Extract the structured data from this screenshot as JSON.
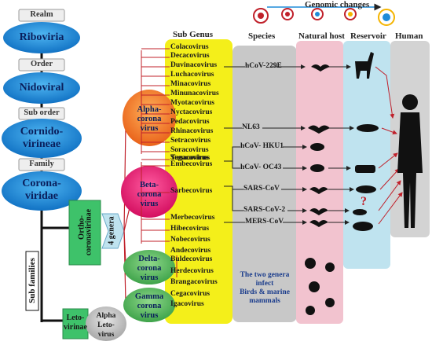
{
  "header": {
    "genomic_changes": "Genomic changes",
    "sub_genus": "Sub Genus",
    "species": "Species",
    "natural_host": "Natural host",
    "reservoir": "Reservoir",
    "human": "Human"
  },
  "taxonomy": {
    "realm_rank": "Realm",
    "realm": "Riboviria",
    "order_rank": "Order",
    "order": "Nidoviral",
    "suborder_rank": "Sub order",
    "suborder_line1": "Cornido-",
    "suborder_line2": "virineae",
    "family_rank": "Family",
    "family_line1": "Corona-",
    "family_line2": "viridae",
    "subfamilies_label": "Sub families",
    "ortho_line1": "Ortho-",
    "ortho_line2": "coronavirinae",
    "four_genera": "4 genera",
    "leto_line1": "Leto-",
    "leto_line2": "virinae"
  },
  "genera": {
    "alpha": [
      "Alpha-",
      "corona",
      "virus"
    ],
    "beta": [
      "Beta-",
      "corona",
      "virus"
    ],
    "delta": [
      "Delta-",
      "corona",
      "virus"
    ],
    "gamma": [
      "Gamma",
      "corona",
      "virus"
    ],
    "alphaleto": [
      "Alpha",
      "Leto-",
      "virus"
    ]
  },
  "subgenera": [
    "Colacovirus",
    "Decacovirus",
    "Duvinacovirus",
    "Luchacovirus",
    "Minacovirus",
    "Minunacovirus",
    "Myotacovirus",
    "Nyctacovirus",
    "Pedacovirus",
    "Rhinacovirus",
    "Setracovirus",
    "Soracovirus",
    "Sunacovirus",
    "Tegacovirus",
    "Embecovirus",
    "Sarbecovirus",
    "Merbecovirus",
    "Hibecovirus",
    "Nobecovirus",
    "Andecovirus",
    "Buldecovirus",
    "Herdecovirus",
    "Brangacovirus",
    "Cegacovirus",
    "Igacovirus"
  ],
  "species": [
    "hCoV-229E",
    "NL63",
    "hCoV- HKU1",
    "hCoV- OC43",
    "SARS-CoV",
    "SARS-CoV-2",
    "MERS-CoV"
  ],
  "note": {
    "line1": "The two genera",
    "line2": "infect",
    "line3": "Birds & marine",
    "line4": "mammals"
  },
  "reservoir_unknown": "?",
  "colors": {
    "taxon_blue": "#1f8bd8",
    "subgenus_yellow": "#f4ef1a",
    "species_gray": "#c8c8c8",
    "host_pink": "#f2c3cf",
    "reservoir_blue": "#bfe3ef",
    "human_gray": "#d3d3d3",
    "alpha_orange": "#f07a22",
    "beta_pink": "#e8196f",
    "delta_gamma_green": "#5cb85c",
    "ortho_green": "#3ec26a",
    "tree_red": "#c0202a"
  }
}
